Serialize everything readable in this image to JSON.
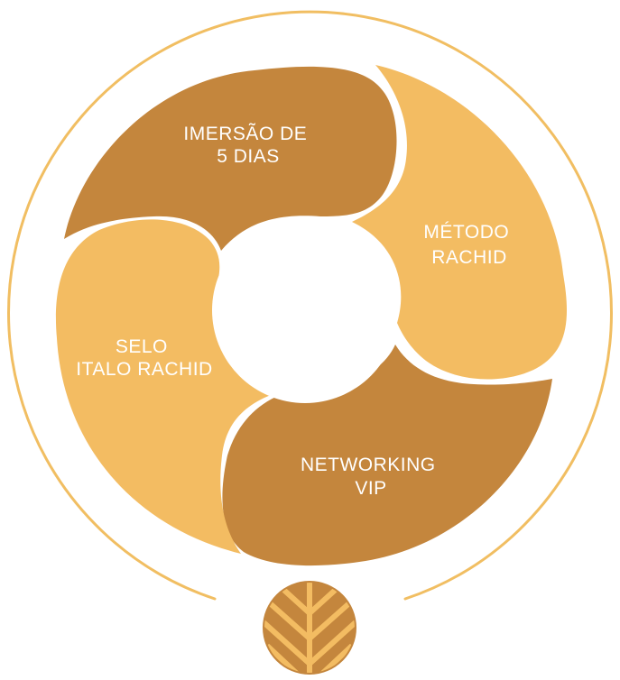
{
  "diagram": {
    "colors": {
      "ring": "#f1be62",
      "dark": "#c4863d",
      "light": "#f3bc62",
      "text": "#ffffff"
    },
    "segments": [
      {
        "id": "imersao",
        "line1": "IMERSÃO DE",
        "line2": "5 DIAS",
        "tone": "dark"
      },
      {
        "id": "metodo",
        "line1": "MÉTODO",
        "line2": "RACHID",
        "tone": "light"
      },
      {
        "id": "networking",
        "line1": "NETWORKING",
        "line2": "VIP",
        "tone": "dark"
      },
      {
        "id": "selo",
        "line1": "SELO",
        "line2": "ITALO RACHID",
        "tone": "light"
      }
    ],
    "logo": {
      "icon": "tree-logo-icon"
    }
  }
}
